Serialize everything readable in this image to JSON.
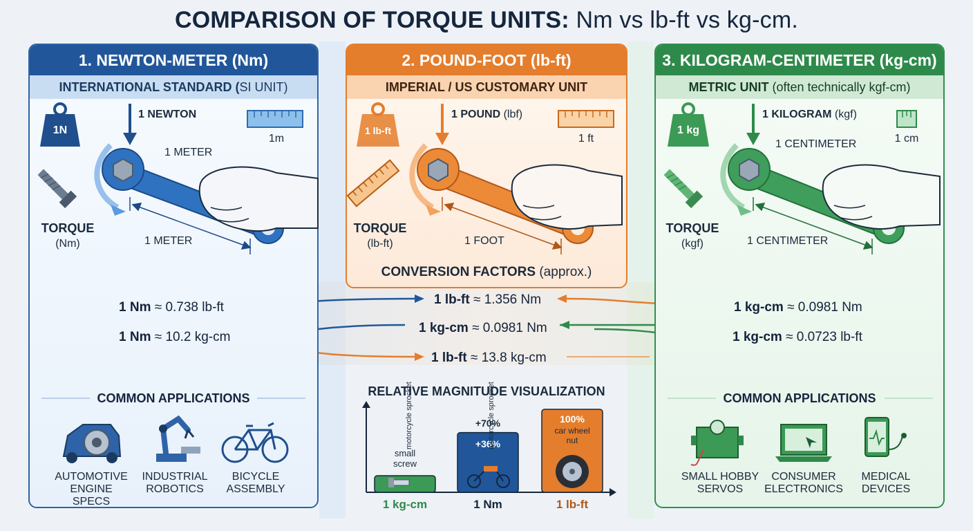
{
  "title": {
    "bold": "COMPARISON OF TORQUE UNITS:",
    "rest": " Nm vs lb-ft vs kg-cm."
  },
  "panels": {
    "nm": {
      "header": "1. NEWTON-METER (Nm)",
      "subtitle_bold": "INTERNATIONAL STANDARD (",
      "subtitle_normal": "SI UNIT)",
      "weight_badge": "1N",
      "force_label": "1 NEWTON",
      "ruler_label": "1m",
      "arm_label": "1 METER",
      "distance_label": "1 METER",
      "torque_label": "TORQUE",
      "torque_unit": "(Nm)",
      "apps_title": "COMMON APPLICATIONS",
      "apps": [
        {
          "line1": "AUTOMOTIVE",
          "line2": "ENGINE SPECS",
          "icon": "car-engine-gear-icon"
        },
        {
          "line1": "INDUSTRIAL",
          "line2": "ROBOTICS",
          "icon": "robot-arm-icon"
        },
        {
          "line1": "BICYCLE",
          "line2": "ASSEMBLY",
          "icon": "bicycle-icon"
        }
      ],
      "color": "#21579a"
    },
    "lbft": {
      "header": "2. POUND-FOOT (lb-ft)",
      "subtitle": "IMPERIAL / US CUSTOMARY UNIT",
      "weight_badge": "1 lb-ft",
      "force_label_bold": "1 POUND",
      "force_label_normal": " (lbf)",
      "ruler_label": "1 ft",
      "distance_label": "1 FOOT",
      "torque_label": "TORQUE",
      "torque_unit": "(lb-ft)",
      "conversion_title_bold": "CONVERSION FACTORS",
      "conversion_title_normal": " (approx.)",
      "color": "#e47d2c"
    },
    "kgcm": {
      "header": "3. KILOGRAM-CENTIMETER (kg-cm)",
      "subtitle_bold": "METRIC UNIT",
      "subtitle_normal": " (often technically kgf-cm)",
      "weight_badge": "1 kg",
      "force_label_bold": "1 KILOGRAM",
      "force_label_normal": " (kgf)",
      "ruler_label": "1 cm",
      "arm_label": "1 CENTIMETER",
      "distance_label": "1 CENTIMETER",
      "torque_label": "TORQUE",
      "torque_unit": "(kgf)",
      "apps_title": "COMMON APPLICATIONS",
      "apps": [
        {
          "line1": "SMALL HOBBY",
          "line2": "SERVOS",
          "icon": "servo-motor-icon"
        },
        {
          "line1": "CONSUMER",
          "line2": "ELECTRONICS",
          "icon": "laptop-icon"
        },
        {
          "line1": "MEDICAL",
          "line2": "DEVICES",
          "icon": "medical-tablet-icon"
        }
      ],
      "color": "#2e8a4a"
    }
  },
  "conversions": {
    "nm_to_lbft": {
      "unit": "1 Nm",
      "rest": " ≈ 0.738 lb-ft"
    },
    "nm_to_kgcm": {
      "unit": "1 Nm",
      "rest": " ≈ 10.2 kg-cm"
    },
    "lbft_to_nm": {
      "unit": "1 lb-ft",
      "rest": " ≈ 1.356 Nm"
    },
    "kgcm_to_nm_center": {
      "unit": "1 kg-cm",
      "rest": " ≈ 0.0981 Nm"
    },
    "lbft_to_kgcm": {
      "unit": "1 lb-ft",
      "rest": " ≈ 13.8 kg-cm"
    },
    "kgcm_to_nm_right": {
      "unit": "1 kg-cm",
      "rest": " ≈ 0.0981 Nm"
    },
    "kgcm_to_lbft": {
      "unit": "1 kg-cm",
      "rest": " ≈ 0.0723 lb-ft"
    }
  },
  "magnitude_viz": {
    "title": "RELATIVE MAGNITUDE VISUALIZATION",
    "bars": [
      {
        "label": "1 kg-cm",
        "relative": 0.07,
        "caption_top": "small",
        "caption_bottom": "screw",
        "color": "#3b9a55"
      },
      {
        "label": "1 Nm",
        "relative": 0.72,
        "caption_top": "+70%",
        "caption_inner": "+36%",
        "color": "#21579a"
      },
      {
        "label": "1 lb-ft",
        "relative": 1.0,
        "caption_top": "100%",
        "caption_inner_1": "car wheel",
        "caption_inner_2": "nut",
        "color": "#e47d2c"
      }
    ],
    "side_label": "motorcycle sprocket"
  }
}
